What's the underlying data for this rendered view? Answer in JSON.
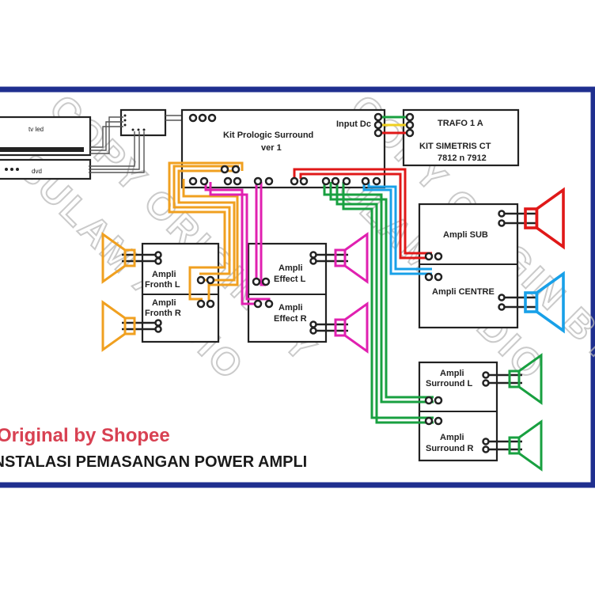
{
  "colors": {
    "frame": "#1f2f8f",
    "orange": "#f0a020",
    "magenta": "#e020b0",
    "red": "#e01818",
    "blue": "#18a0e8",
    "green": "#18a040",
    "gray": "#555555",
    "brand": "#d84152"
  },
  "devices": {
    "tv": "tv led",
    "dvd": "dvd"
  },
  "prologic": {
    "line1": "Kit Prologic Surround",
    "line2": "ver 1"
  },
  "input_dc": "Input Dc",
  "trafo": {
    "line1": "TRAFO 1 A",
    "line2": "KIT SIMETRIS CT",
    "line3": "7812 n 7912"
  },
  "amps": {
    "fronth_l": [
      "Ampli",
      "Fronth L"
    ],
    "fronth_r": [
      "Ampli",
      "Fronth R"
    ],
    "effect_l": [
      "Ampli",
      "Effect L"
    ],
    "effect_r": [
      "Ampli",
      "Effect R"
    ],
    "sub": "Ampli SUB",
    "centre": "Ampli CENTRE",
    "surround_l": [
      "Ampli",
      "Surround L"
    ],
    "surround_r": [
      "Ampli",
      "Surround R"
    ]
  },
  "watermark": {
    "line1": "COPY ORIGIN BY",
    "line2": "SULAM AUDIO"
  },
  "brand": "Original by Shopee",
  "title": "INSTALASI PEMASANGAN POWER AMPLI"
}
